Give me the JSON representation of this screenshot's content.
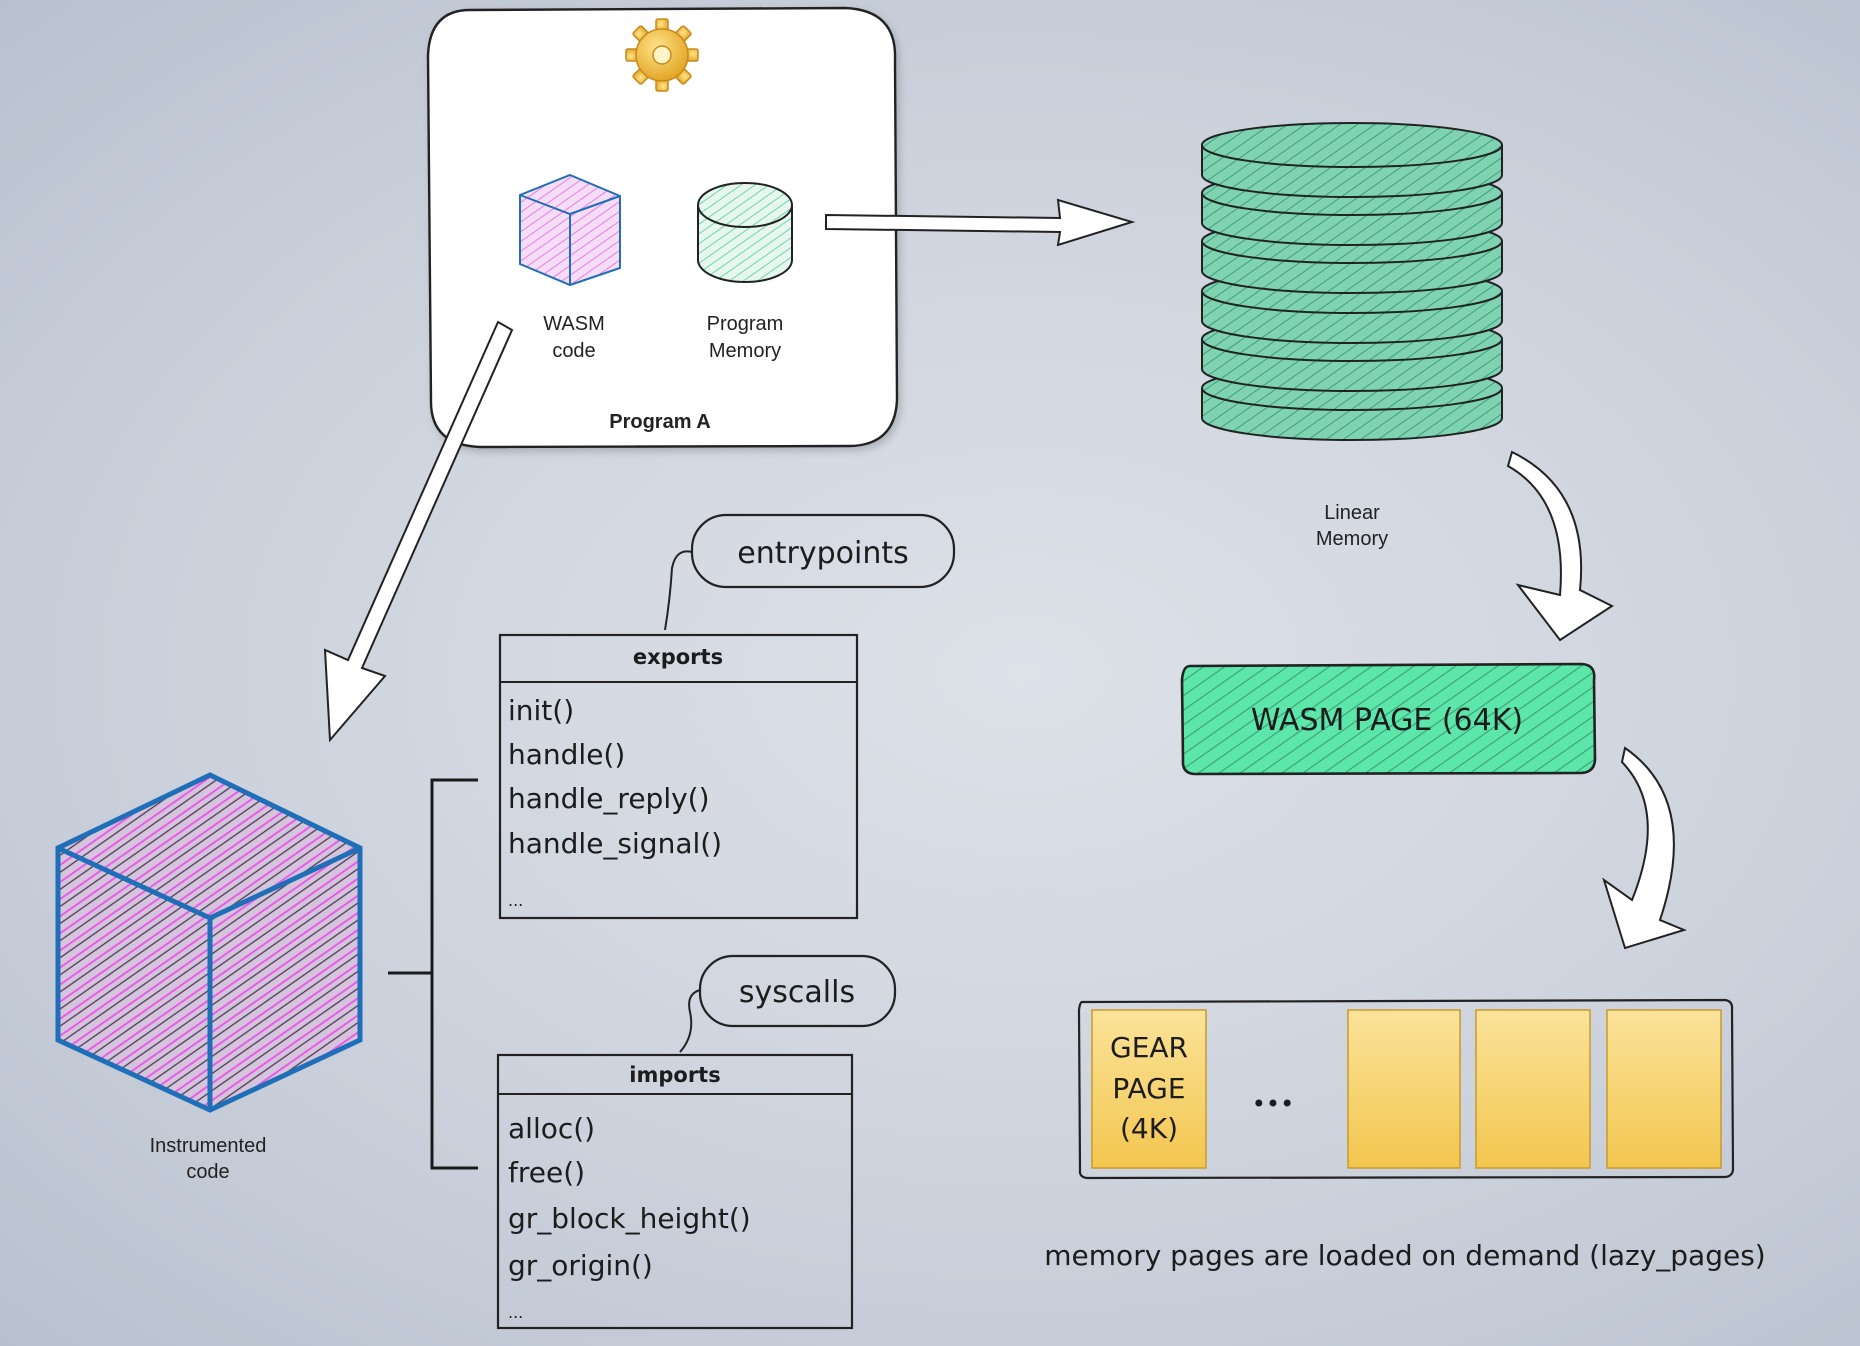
{
  "program": {
    "title": "Program A",
    "wasm_label_1": "WASM",
    "wasm_label_2": "code",
    "memory_label_1": "Program",
    "memory_label_2": "Memory"
  },
  "linear_memory": {
    "label_1": "Linear",
    "label_2": "Memory"
  },
  "wasm_page": {
    "label": "WASM PAGE (64K)"
  },
  "gear_pages": {
    "first_label": [
      "GEAR",
      "PAGE",
      "(4K)"
    ],
    "ellipsis": "•••"
  },
  "caption": "memory pages are loaded on demand (lazy_pages)",
  "instrumented": {
    "label_1": "Instrumented",
    "label_2": "code"
  },
  "exports": {
    "header": "exports",
    "callout": "entrypoints",
    "items": [
      "init()",
      "handle()",
      "handle_reply()",
      "handle_signal()",
      "..."
    ]
  },
  "imports": {
    "header": "imports",
    "callout": "syscalls",
    "items": [
      "alloc()",
      "free()",
      "gr_block_height()",
      "gr_origin()",
      "..."
    ]
  },
  "colors": {
    "cube_fill": "#f0a6f0",
    "cube_stroke": "#1f6fb8",
    "memory_fill": "#5ce0a8",
    "page_fill": "#f7d26a",
    "arrow_fill": "#ffffff"
  }
}
